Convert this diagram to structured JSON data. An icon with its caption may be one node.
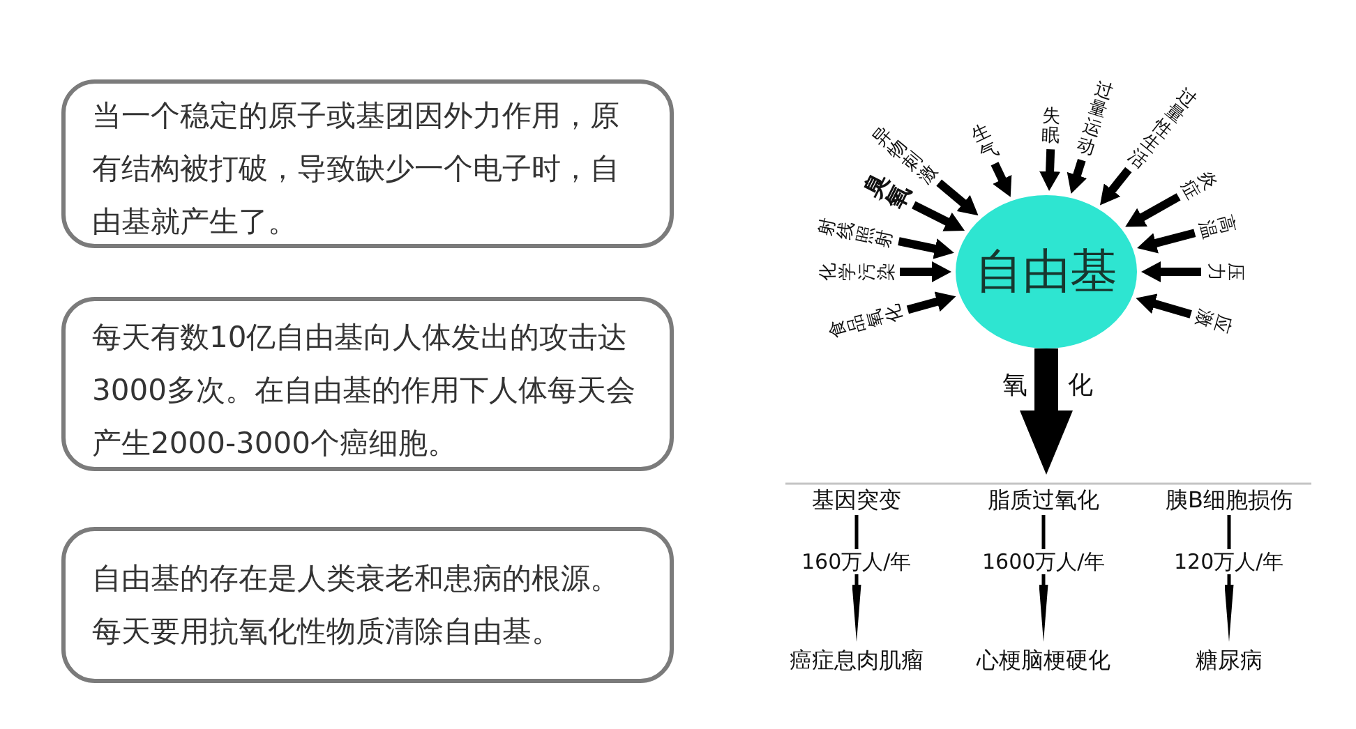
{
  "diagram": {
    "nodes": [
      {
        "text": [
          "当一个稳定的原子或基团因外力作用，原有结构被打破，导致缺少一个电子时，自由基就产生了。"
        ]
      },
      {
        "text": [
          "每天有数10亿自由基向人体发出的攻击达3000多次。在自由基的作用下人体每天会产生2000-3000个癌细胞。"
        ]
      },
      {
        "text": [
          "自由基的存在是人类衰老和患病的根源。每天要用抗氧化性物质清除自由基。"
        ]
      },
      {
        "text": [
          "食品氧化"
        ]
      },
      {
        "text": [
          "化学污染"
        ]
      },
      {
        "text": [
          "射线照射"
        ]
      },
      {
        "text": [
          "臭氧"
        ]
      },
      {
        "text": [
          "异物刺激"
        ]
      },
      {
        "text": [
          "生气"
        ]
      },
      {
        "text": [
          "失眠"
        ]
      },
      {
        "text": [
          "过量运动"
        ]
      },
      {
        "text": [
          "过量性生活"
        ]
      },
      {
        "text": [
          "炎症"
        ]
      },
      {
        "text": [
          "高温"
        ]
      },
      {
        "text": [
          "压力"
        ]
      },
      {
        "text": [
          "应激"
        ]
      },
      {
        "text": [
          "自由基"
        ]
      },
      {
        "text": [
          "基因突变"
        ]
      },
      {
        "text": [
          "脂质过氧化"
        ]
      },
      {
        "text": [
          "胰B细胞损伤"
        ]
      },
      {
        "text": [
          "癌症息肉肌瘤"
        ]
      },
      {
        "text": [
          "心梗脑梗硬化"
        ]
      },
      {
        "text": [
          "糖尿病"
        ]
      }
    ],
    "edges": [
      {
        "from": 3,
        "to": 16,
        "arrow": "to"
      },
      {
        "from": 4,
        "to": 16,
        "arrow": "to"
      },
      {
        "from": 5,
        "to": 16,
        "arrow": "to"
      },
      {
        "from": 6,
        "to": 16,
        "arrow": "to"
      },
      {
        "from": 7,
        "to": 16,
        "arrow": "to"
      },
      {
        "from": 8,
        "to": 16,
        "arrow": "to"
      },
      {
        "from": 9,
        "to": 16,
        "arrow": "to"
      },
      {
        "from": 10,
        "to": 16,
        "arrow": "to"
      },
      {
        "from": 11,
        "to": 16,
        "arrow": "to"
      },
      {
        "from": 12,
        "to": 16,
        "arrow": "to"
      },
      {
        "from": 13,
        "to": 16,
        "arrow": "to"
      },
      {
        "from": 14,
        "to": 16,
        "arrow": "to"
      },
      {
        "from": 15,
        "to": 16,
        "arrow": "to"
      },
      {
        "from": 16,
        "to": 18,
        "arrow": "to",
        "style": "thick",
        "label": "氧化"
      },
      {
        "from": 17,
        "to": 20,
        "arrow": "to",
        "label": "160万人/年"
      },
      {
        "from": 18,
        "to": 21,
        "arrow": "to",
        "label": "1600万人/年"
      },
      {
        "from": 19,
        "to": 22,
        "arrow": "to",
        "label": "120万人/年"
      }
    ]
  }
}
